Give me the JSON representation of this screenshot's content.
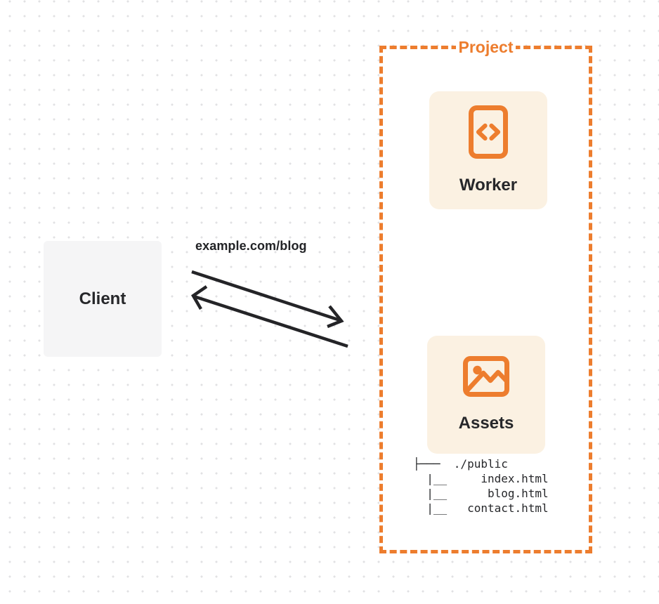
{
  "client": {
    "label": "Client"
  },
  "request": {
    "url": "example.com/blog"
  },
  "project": {
    "label": "Project",
    "worker": {
      "label": "Worker",
      "icon": "code-file-icon"
    },
    "assets": {
      "label": "Assets",
      "icon": "image-icon",
      "file_tree": [
        "├───  ./public",
        "  |__     index.html",
        "  |__      blog.html",
        "  |__   contact.html"
      ]
    }
  },
  "colors": {
    "accent_orange": "#ed7d2e",
    "card_background": "#fbf1e2",
    "client_background": "#f5f5f6",
    "ink": "#26272a",
    "dot_grid": "#e1e1e3"
  }
}
